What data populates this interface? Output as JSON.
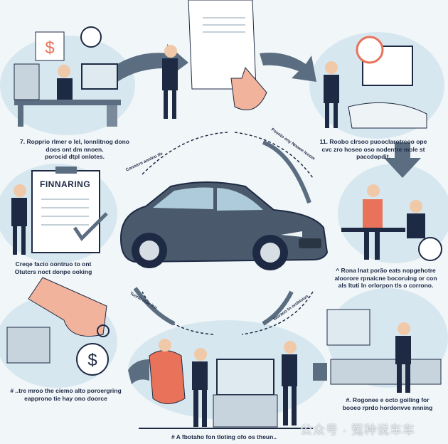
{
  "steps": [
    {
      "lines": [
        "7. Ropprio rlmer o lel, lonnlitnog dono",
        "doos ont dm nnoen.",
        "porocid dtpl onlotes."
      ]
    },
    {
      "lines": [
        "11. Roobo clrsoo puooclarotrcoo ope",
        "cvc zro hoseo oso nodentre mole st",
        "paccdopdit."
      ]
    },
    {
      "lines": [
        "Creqe facio oontruo to ont",
        "Otutcrs noct donpe ooking"
      ]
    },
    {
      "lines": [
        "^ Rona Inat porão eats nopgehotre",
        "aloorore rpnaicne bocoruing or con",
        "als Ituti ln orlorpon tls o corrono."
      ]
    },
    {
      "lines": [
        "# ..tre mroo the ciemo alto poroergring",
        "eapprono tie hay ono doorce"
      ]
    },
    {
      "lines": [
        "#. Rogonee e octo goiling for",
        "booeo rprdo hordonvve nnning"
      ]
    },
    {
      "lines": [
        "# A fbotaho fon tloting ofo os theun.."
      ]
    }
  ],
  "clipboard_title": "FINNARING",
  "arc_labels": [
    "Conntrrn anntno tfe",
    "Poonto ony Nnwoe lonow",
    "Tuorio nloe lno",
    "Woraoo tn orohlsion"
  ],
  "watermark": "公众号 · 冤种说车车",
  "colors": {
    "background": "#f1f6f9",
    "car": "#4a5a6c",
    "accent": "#e8735a",
    "navy": "#1e2a44",
    "light_blue": "#c7dbe6"
  }
}
